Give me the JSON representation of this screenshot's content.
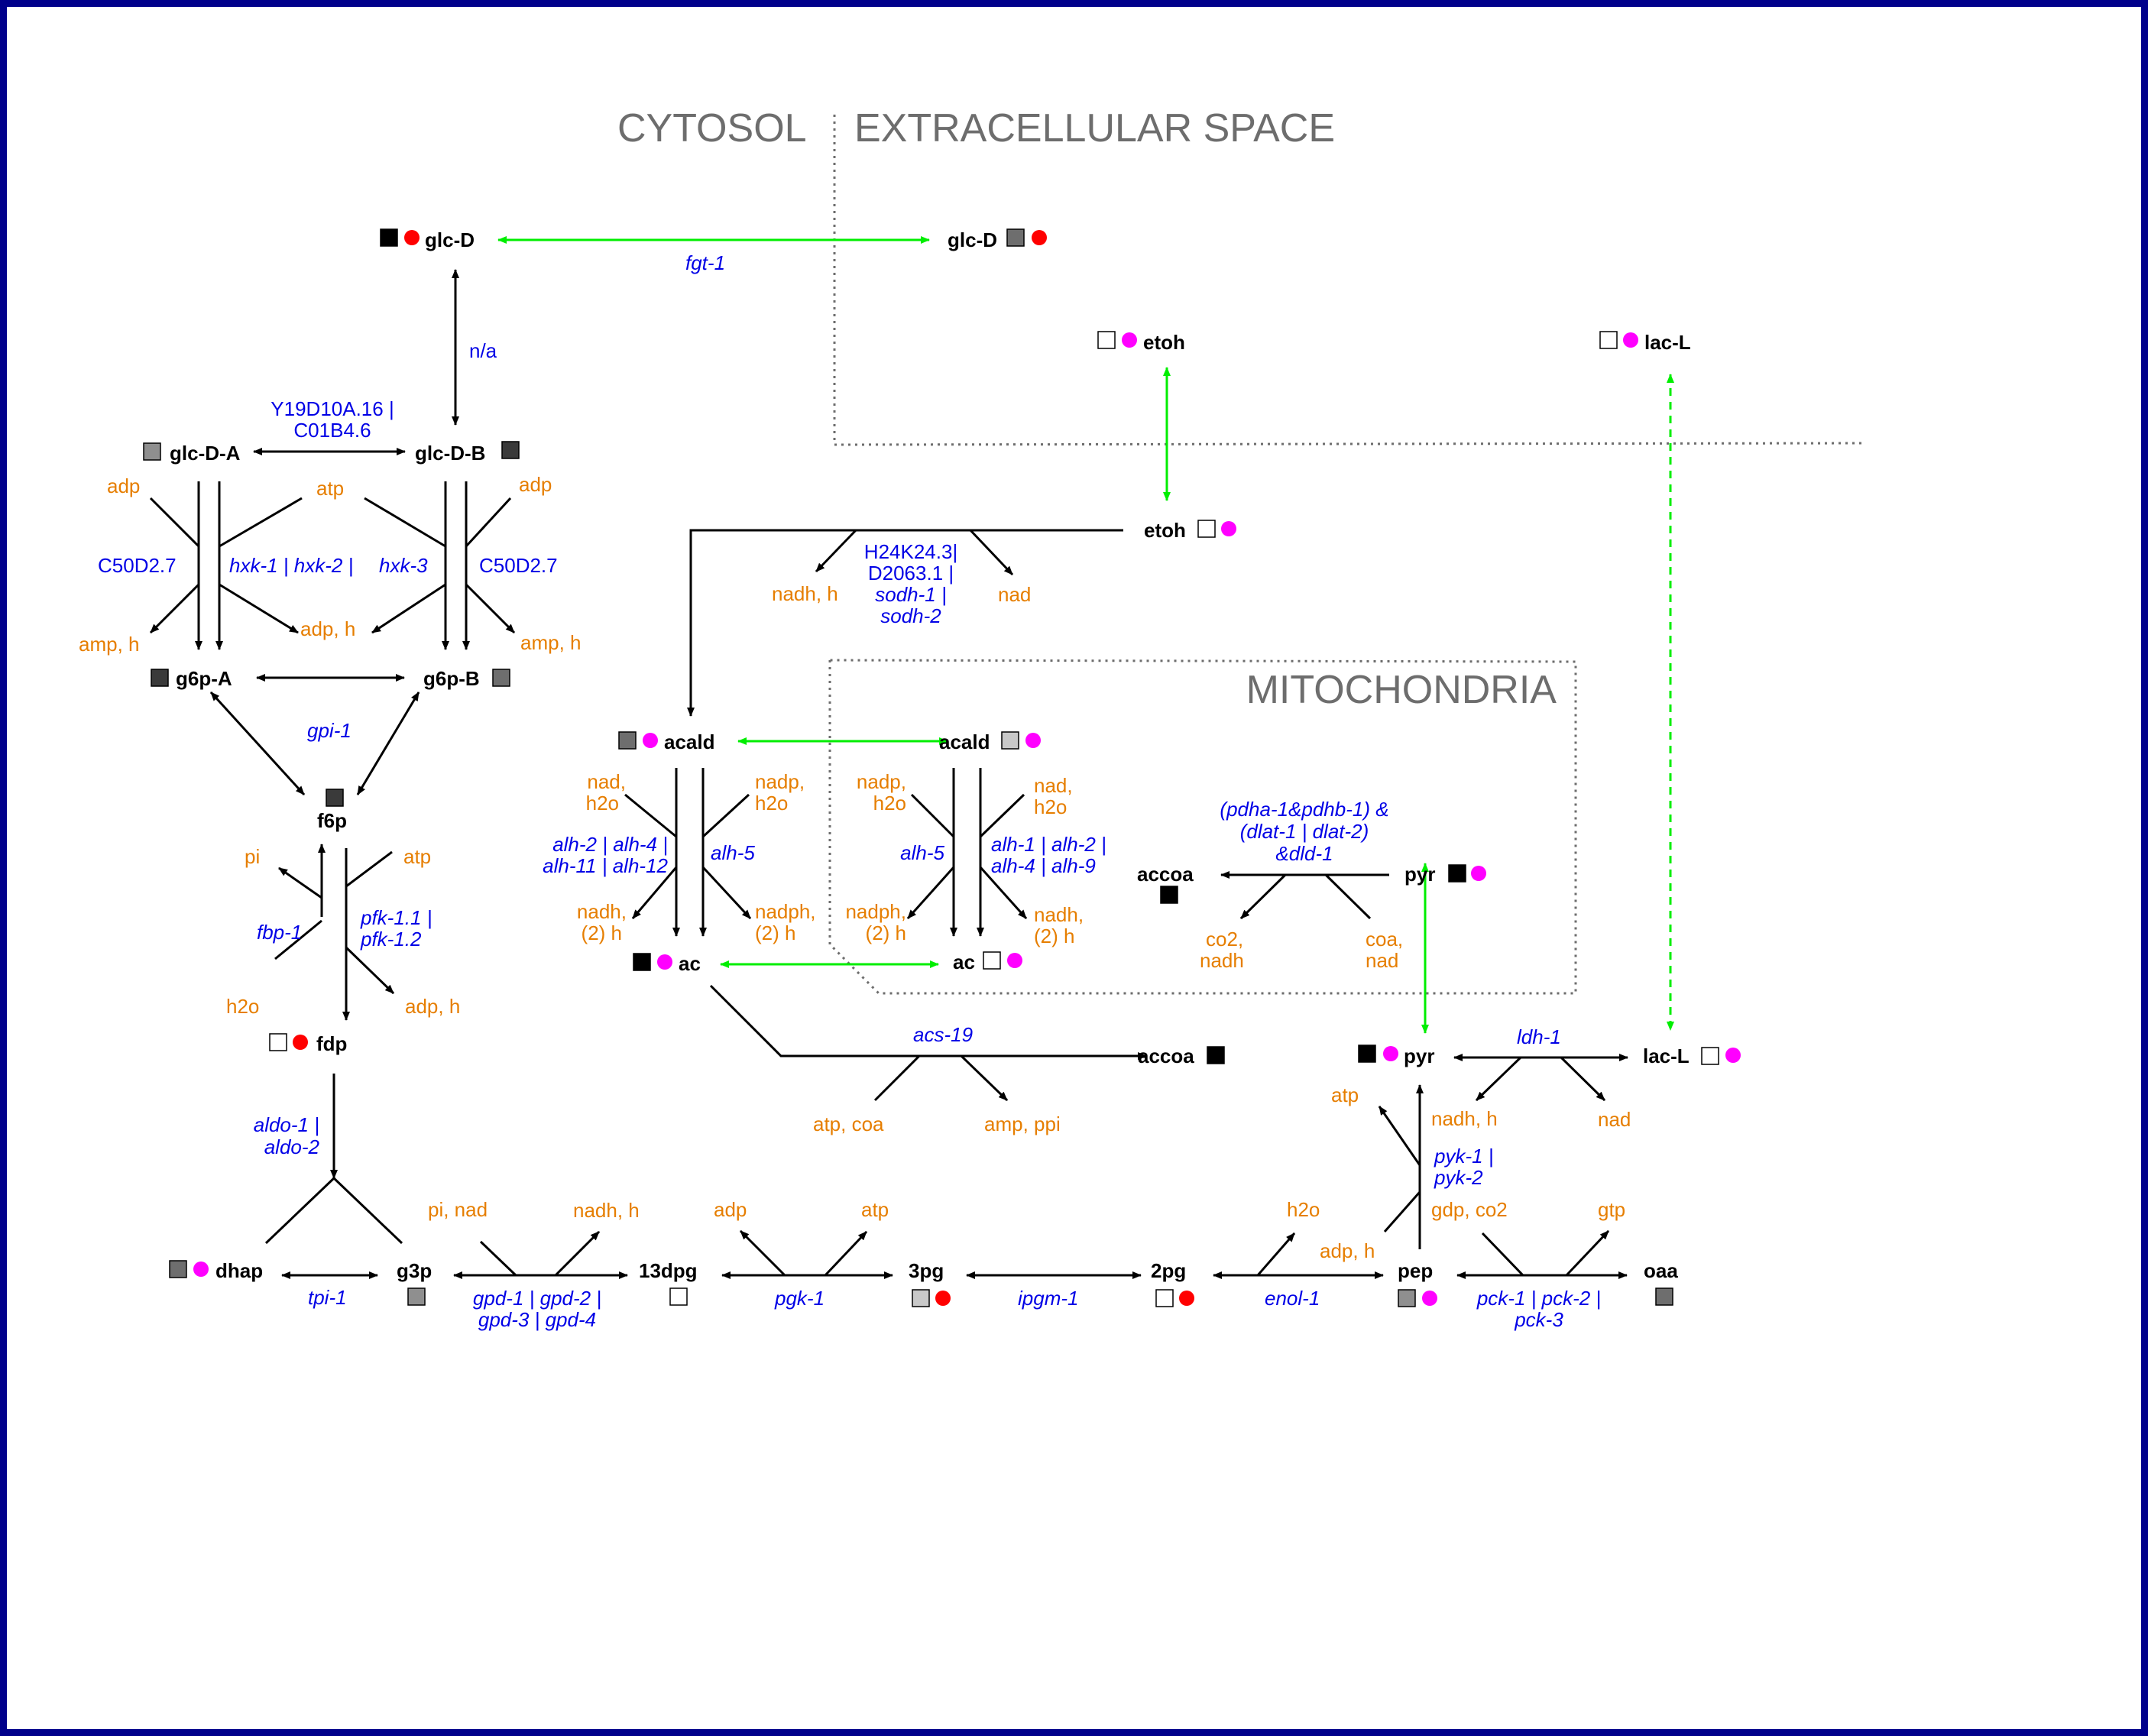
{
  "regions": {
    "cytosol": "CYTOSOL",
    "extracellular": "EXTRACELLULAR SPACE",
    "mitochondria": "MITOCHONDRIA"
  },
  "colors": {
    "frame": "#00008b",
    "metabolite": "#000000",
    "cofactor": "#e67e00",
    "enzyme": "#0000e6",
    "transport": "#00ee00",
    "region": "#6d6d6d",
    "dot_red": "#ff0000",
    "dot_magenta": "#ff00ff",
    "sq_black": "#000000",
    "sq_dark": "#3a3a3a",
    "sq_mid": "#6e6e6e",
    "sq_gray": "#8f8f8f",
    "sq_light": "#c8c8c8",
    "sq_white": "#ffffff"
  },
  "metabolites": {
    "glcD_c": "glc-D",
    "glcD_e": "glc-D",
    "etoh_e": "etoh",
    "lacL_e": "lac-L",
    "glcDA": "glc-D-A",
    "glcDB": "glc-D-B",
    "g6pA": "g6p-A",
    "g6pB": "g6p-B",
    "f6p": "f6p",
    "fdp": "fdp",
    "etoh_c": "etoh",
    "acald_c": "acald",
    "acald_m": "acald",
    "ac_c": "ac",
    "ac_m": "ac",
    "accoa_m": "accoa",
    "pyr_m": "pyr",
    "accoa_c": "accoa",
    "pyr_c": "pyr",
    "lacL_c": "lac-L",
    "dhap": "dhap",
    "g3p": "g3p",
    "13dpg": "13dpg",
    "3pg": "3pg",
    "2pg": "2pg",
    "pep": "pep",
    "oaa": "oaa"
  },
  "cofactors": {
    "c_adp1": "adp",
    "c_atp1": "atp",
    "c_adp2": "adp",
    "c_amph1": "amp, h",
    "c_adph1": "adp, h",
    "c_amph2": "amp, h",
    "c_pi": "pi",
    "c_atp2": "atp",
    "c_h2o1": "h2o",
    "c_adph2": "adp, h",
    "c_nadh1": "nadh, h",
    "c_nad1": "nad",
    "c_nad2a": "nad,",
    "c_nad2b": "h2o",
    "c_nadp1a": "nadp,",
    "c_nadp1b": "h2o",
    "c_nadh2a": "nadh,",
    "c_nadh2b": "(2) h",
    "c_nadph1a": "nadph,",
    "c_nadph1b": "(2) h",
    "c_nadp2a": "nadp,",
    "c_nadp2b": "h2o",
    "c_nad3a": "nad,",
    "c_nad3b": "h2o",
    "c_nadph2a": "nadph,",
    "c_nadph2b": "(2) h",
    "c_nadh3a": "nadh,",
    "c_nadh3b": "(2) h",
    "c_co2a": "co2,",
    "c_co2b": "nadh",
    "c_coaa": "coa,",
    "c_coab": "nad",
    "c_atpcoa": "atp, coa",
    "c_ampppi": "amp, ppi",
    "c_atp3": "atp",
    "c_nadh4": "nadh, h",
    "c_nad4": "nad",
    "c_pinad": "pi, nad",
    "c_nadh5": "nadh, h",
    "c_adp3": "adp",
    "c_atp4": "atp",
    "c_h2o2": "h2o",
    "c_adph3": "adp, h",
    "c_gdpco2": "gdp, co2",
    "c_gtp": "gtp"
  },
  "enzymes": {
    "e_fgt": "fgt-1",
    "e_na": "n/a",
    "e_y19a": "Y19D10A.16 |",
    "e_y19b": "C01B4.6",
    "e_c50a": "C50D2.7",
    "e_hxk1": "hxk-1 | hxk-2 |",
    "e_hxk3": "hxk-3",
    "e_c50b": "C50D2.7",
    "e_gpi": "gpi-1",
    "e_fbp": "fbp-1",
    "e_pfka": "pfk-1.1 |",
    "e_pfkb": "pfk-1.2",
    "e_h24a": "H24K24.3|",
    "e_h24b": "D2063.1 |",
    "e_h24c": "sodh-1 |",
    "e_h24d": "sodh-2",
    "e_alha": "alh-2 | alh-4 |",
    "e_alhb": "alh-11 | alh-12",
    "e_alh5a": "alh-5",
    "e_alh5b": "alh-5",
    "e_alhc": "alh-1 | alh-2 |",
    "e_alhd": "alh-4 | alh-9",
    "e_pdha": "(pdha-1&pdhb-1) &",
    "e_pdhb": "(dlat-1 | dlat-2)",
    "e_pdhc": "&dld-1",
    "e_acs": "acs-19",
    "e_ldh": "ldh-1",
    "e_pyka": "pyk-1 |",
    "e_pykb": "pyk-2",
    "e_aldoa": "aldo-1 |",
    "e_aldob": "aldo-2",
    "e_tpi": "tpi-1",
    "e_gpda": "gpd-1 | gpd-2 |",
    "e_gpdb": "gpd-3 | gpd-4",
    "e_pgk": "pgk-1",
    "e_ipgm": "ipgm-1",
    "e_enol": "enol-1",
    "e_pcka": "pck-1 | pck-2 |",
    "e_pckb": "pck-3"
  }
}
